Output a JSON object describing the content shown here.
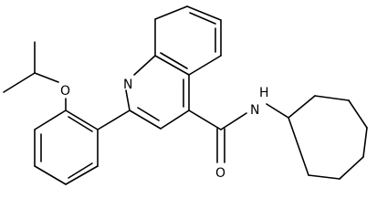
{
  "atoms": {
    "n_ring": "N",
    "o_ether": "O",
    "n_amide": "N",
    "h_amide": "H",
    "o_carbonyl": "O"
  },
  "colors": {
    "bond": "#000000",
    "background": "#ffffff"
  }
}
